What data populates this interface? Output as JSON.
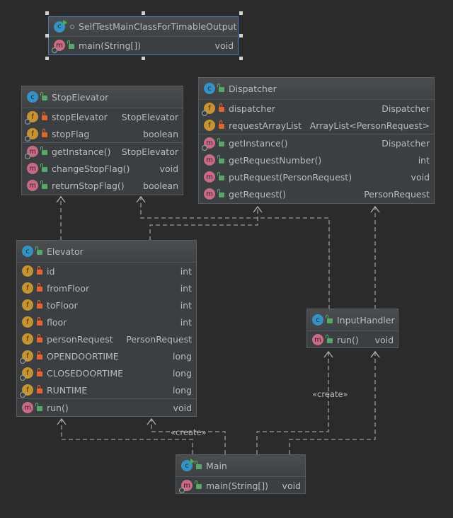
{
  "classes": {
    "selftest": {
      "name": "SelfTestMainClassForTimableOutput",
      "methods": [
        {
          "name": "main(String[])",
          "type": "void"
        }
      ]
    },
    "stop_elevator": {
      "name": "StopElevator",
      "fields": [
        {
          "name": "stopElevator",
          "type": "StopElevator"
        },
        {
          "name": "stopFlag",
          "type": "boolean"
        }
      ],
      "methods": [
        {
          "name": "getInstance()",
          "type": "StopElevator"
        },
        {
          "name": "changeStopFlag()",
          "type": "void"
        },
        {
          "name": "returnStopFlag()",
          "type": "boolean"
        }
      ]
    },
    "dispatcher": {
      "name": "Dispatcher",
      "fields": [
        {
          "name": "dispatcher",
          "type": "Dispatcher"
        },
        {
          "name": "requestArrayList",
          "type": "ArrayList<PersonRequest>"
        }
      ],
      "methods": [
        {
          "name": "getInstance()",
          "type": "Dispatcher"
        },
        {
          "name": "getRequestNumber()",
          "type": "int"
        },
        {
          "name": "putRequest(PersonRequest)",
          "type": "void"
        },
        {
          "name": "getRequest()",
          "type": "PersonRequest"
        }
      ]
    },
    "elevator": {
      "name": "Elevator",
      "fields": [
        {
          "name": "id",
          "type": "int"
        },
        {
          "name": "fromFloor",
          "type": "int"
        },
        {
          "name": "toFloor",
          "type": "int"
        },
        {
          "name": "floor",
          "type": "int"
        },
        {
          "name": "personRequest",
          "type": "PersonRequest"
        },
        {
          "name": "OPENDOORTIME",
          "type": "long"
        },
        {
          "name": "CLOSEDOORTIME",
          "type": "long"
        },
        {
          "name": "RUNTIME",
          "type": "long"
        }
      ],
      "methods": [
        {
          "name": "run()",
          "type": "void"
        }
      ]
    },
    "input_handler": {
      "name": "InputHandler",
      "methods": [
        {
          "name": "run()",
          "type": "void"
        }
      ]
    },
    "main": {
      "name": "Main",
      "methods": [
        {
          "name": "main(String[])",
          "type": "void"
        }
      ]
    }
  },
  "labels": {
    "create_elevator": "«create»",
    "create_input_handler": "«create»"
  },
  "icons": {
    "class": "c",
    "field": "f",
    "method": "m"
  }
}
